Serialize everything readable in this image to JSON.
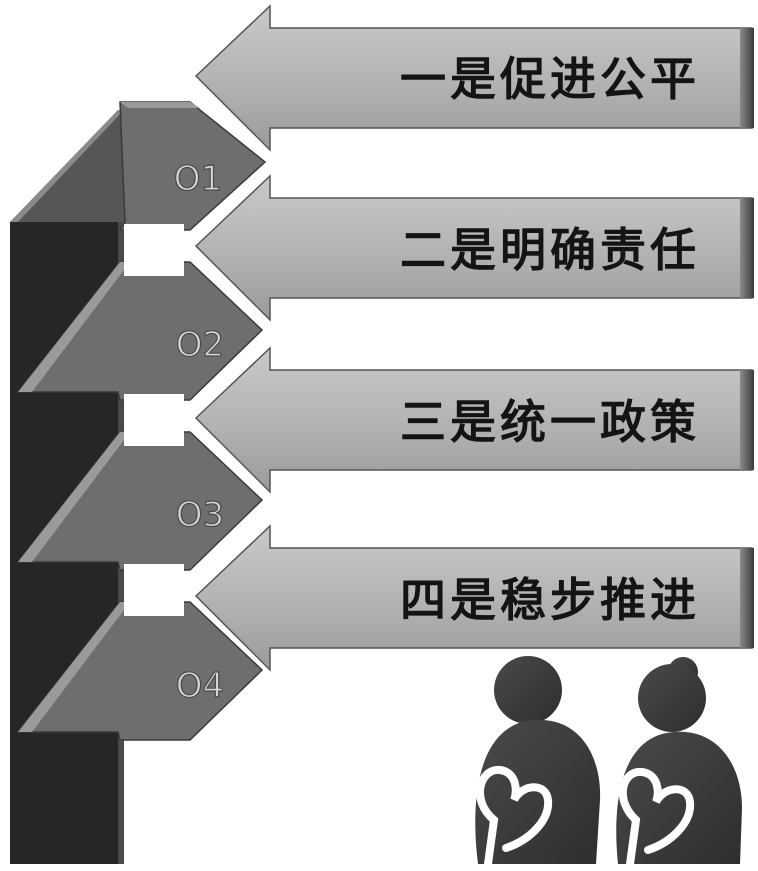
{
  "steps": [
    {
      "number": "O1",
      "label": "一是促进公平"
    },
    {
      "number": "O2",
      "label": "二是明确责任"
    },
    {
      "number": "O3",
      "label": "三是统一政策"
    },
    {
      "number": "O4",
      "label": "四是稳步推进"
    }
  ],
  "icons": {
    "illustration": "elderly-couple-with-canes-icon"
  },
  "colors": {
    "dark_block": "#262626",
    "mid_gray": "#6e6e6e",
    "light_gray": "#b3b3b3",
    "text": "#141414"
  }
}
